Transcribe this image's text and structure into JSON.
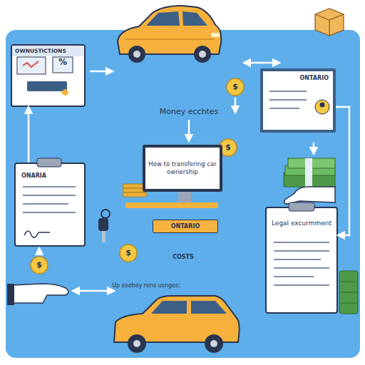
{
  "diagram": {
    "nodes": [
      {
        "text": [
          "OWNUSTICTIONS"
        ]
      },
      {
        "text": [
          "How to transfering car ownership"
        ]
      },
      {
        "text": [
          "ONTARIO"
        ]
      },
      {
        "text": [
          "ONARIA"
        ]
      },
      {
        "text": [
          "Legal excurmment"
        ]
      },
      {
        "text": [
          "ONTARIO"
        ]
      }
    ],
    "edges": [
      {
        "from": 3,
        "to": 0,
        "arrow": "to"
      },
      {
        "from": 2,
        "to": 4,
        "arrow": "to"
      }
    ],
    "labels": [
      "%",
      "$",
      "Money ecchtes",
      "$",
      "COSTS",
      "$",
      "$",
      "Up esohey rens usnges:"
    ]
  }
}
